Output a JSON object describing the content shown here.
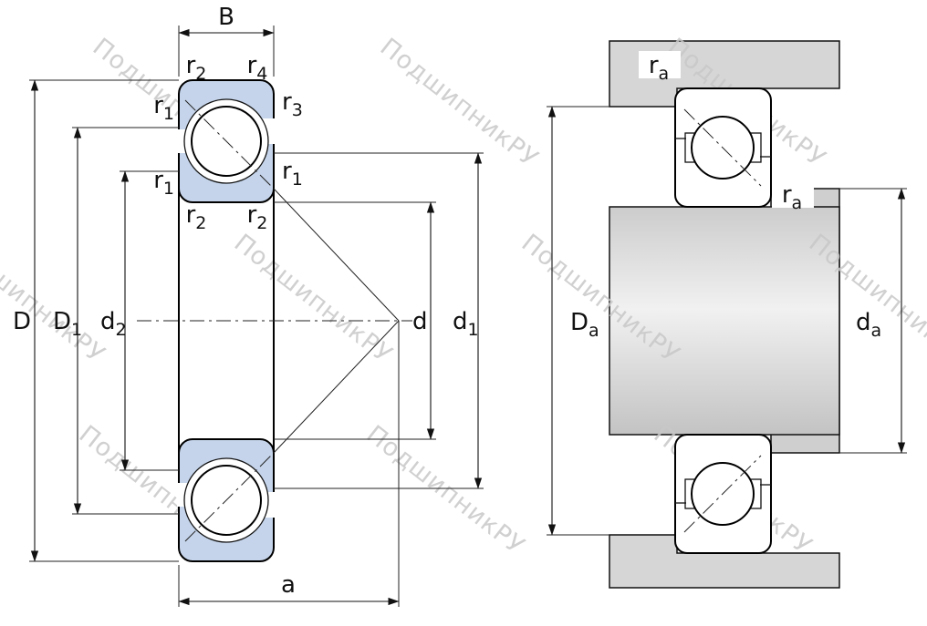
{
  "watermark": {
    "text": "ПодшипникРУ",
    "color": "#c8c8c8"
  },
  "colors": {
    "bearing_fill": "#c5d4ea",
    "housing_fill": "#d6d6d6",
    "shoulder_fill": "#cfcfcf",
    "line": "#111111"
  },
  "labels": {
    "B": {
      "main": "B",
      "sub": ""
    },
    "D": {
      "main": "D",
      "sub": ""
    },
    "D1": {
      "main": "D",
      "sub": "1"
    },
    "d2": {
      "main": "d",
      "sub": "2"
    },
    "d": {
      "main": "d",
      "sub": ""
    },
    "d1": {
      "main": "d",
      "sub": "1"
    },
    "a": {
      "main": "a",
      "sub": ""
    },
    "r1": {
      "main": "r",
      "sub": "1"
    },
    "r2": {
      "main": "r",
      "sub": "2"
    },
    "r3": {
      "main": "r",
      "sub": "3"
    },
    "r4": {
      "main": "r",
      "sub": "4"
    },
    "ra": {
      "main": "r",
      "sub": "a"
    },
    "Da": {
      "main": "D",
      "sub": "a"
    },
    "da": {
      "main": "d",
      "sub": "a"
    }
  }
}
